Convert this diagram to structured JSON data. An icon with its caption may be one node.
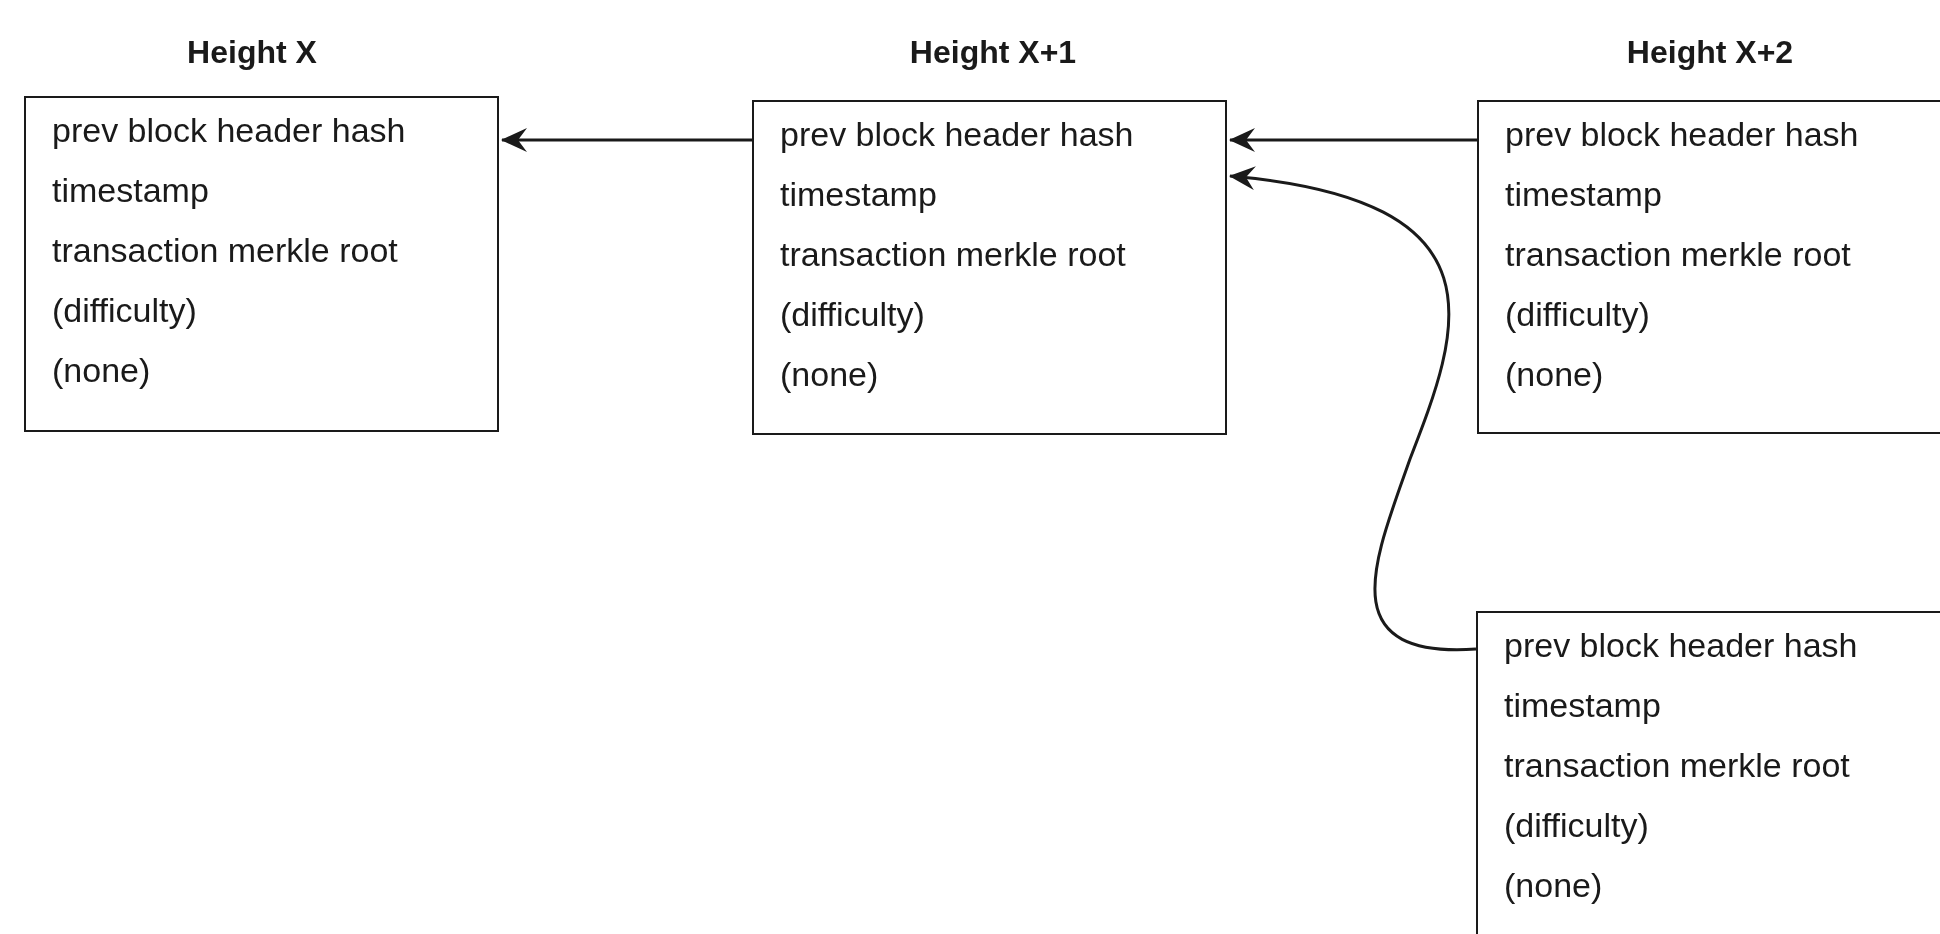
{
  "diagram": {
    "nodes": [
      {
        "text": [
          "Height X",
          "prev block header hash",
          "timestamp",
          "transaction merkle root",
          "(difficulty)",
          "(none)"
        ]
      },
      {
        "text": [
          "Height X+1",
          "prev block header hash",
          "timestamp",
          "transaction merkle root",
          "(difficulty)",
          "(none)"
        ]
      },
      {
        "text": [
          "Height X+2",
          "prev block header hash",
          "timestamp",
          "transaction merkle root",
          "(difficulty)",
          "(none)"
        ]
      },
      {
        "text": [
          "prev block header hash",
          "timestamp",
          "transaction merkle root",
          "(difficulty)",
          "(none)"
        ]
      }
    ],
    "edges": [
      {
        "from": 1,
        "to": 0,
        "arrow": "to"
      },
      {
        "from": 2,
        "to": 1,
        "arrow": "to"
      },
      {
        "from": 3,
        "to": 1,
        "arrow": "to"
      }
    ]
  }
}
